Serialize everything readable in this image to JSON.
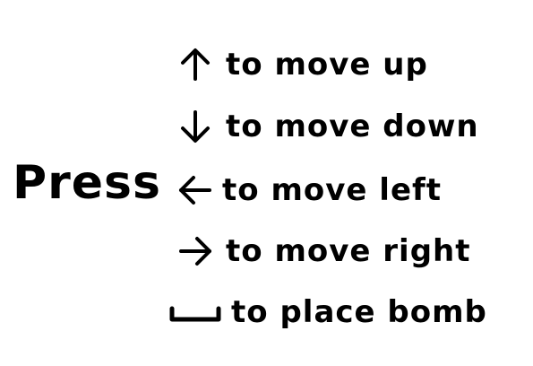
{
  "instructions": {
    "prefix": "Press",
    "controls": [
      {
        "key_icon": "arrow-up-icon",
        "label": "to move up"
      },
      {
        "key_icon": "arrow-down-icon",
        "label": "to move down"
      },
      {
        "key_icon": "arrow-left-icon",
        "label": "to move left"
      },
      {
        "key_icon": "arrow-right-icon",
        "label": "to move right"
      },
      {
        "key_icon": "spacebar-icon",
        "label": "to place bomb"
      }
    ]
  },
  "colors": {
    "background": "#ffffff",
    "text": "#000000"
  }
}
